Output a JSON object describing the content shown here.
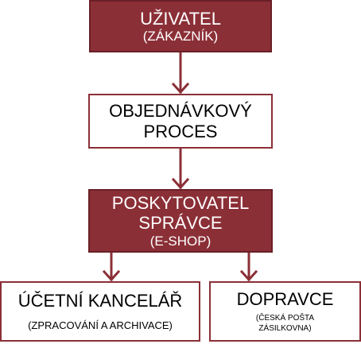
{
  "diagram": {
    "user": {
      "title": "UŽIVATEL",
      "subtitle": "(ZÁKAZNÍK)"
    },
    "order_process": {
      "line1": "OBJEDNÁVKOVÝ",
      "line2": "PROCES"
    },
    "provider": {
      "line1": "POSKYTOVATEL",
      "line2": "SPRÁVCE",
      "subtitle": "(E-SHOP)"
    },
    "accounting": {
      "title": "ÚČETNÍ KANCELÁŘ",
      "subtitle": "(ZPRACOVÁNÍ A ARCHIVACE)"
    },
    "carrier": {
      "title": "DOPRAVCE",
      "sub_line1": "(ČESKÁ POŠTA",
      "sub_line2": "ZÁSILKOVNA)"
    }
  },
  "colors": {
    "dark_fill": "#8b2f37",
    "arrow": "#8b2f37"
  }
}
